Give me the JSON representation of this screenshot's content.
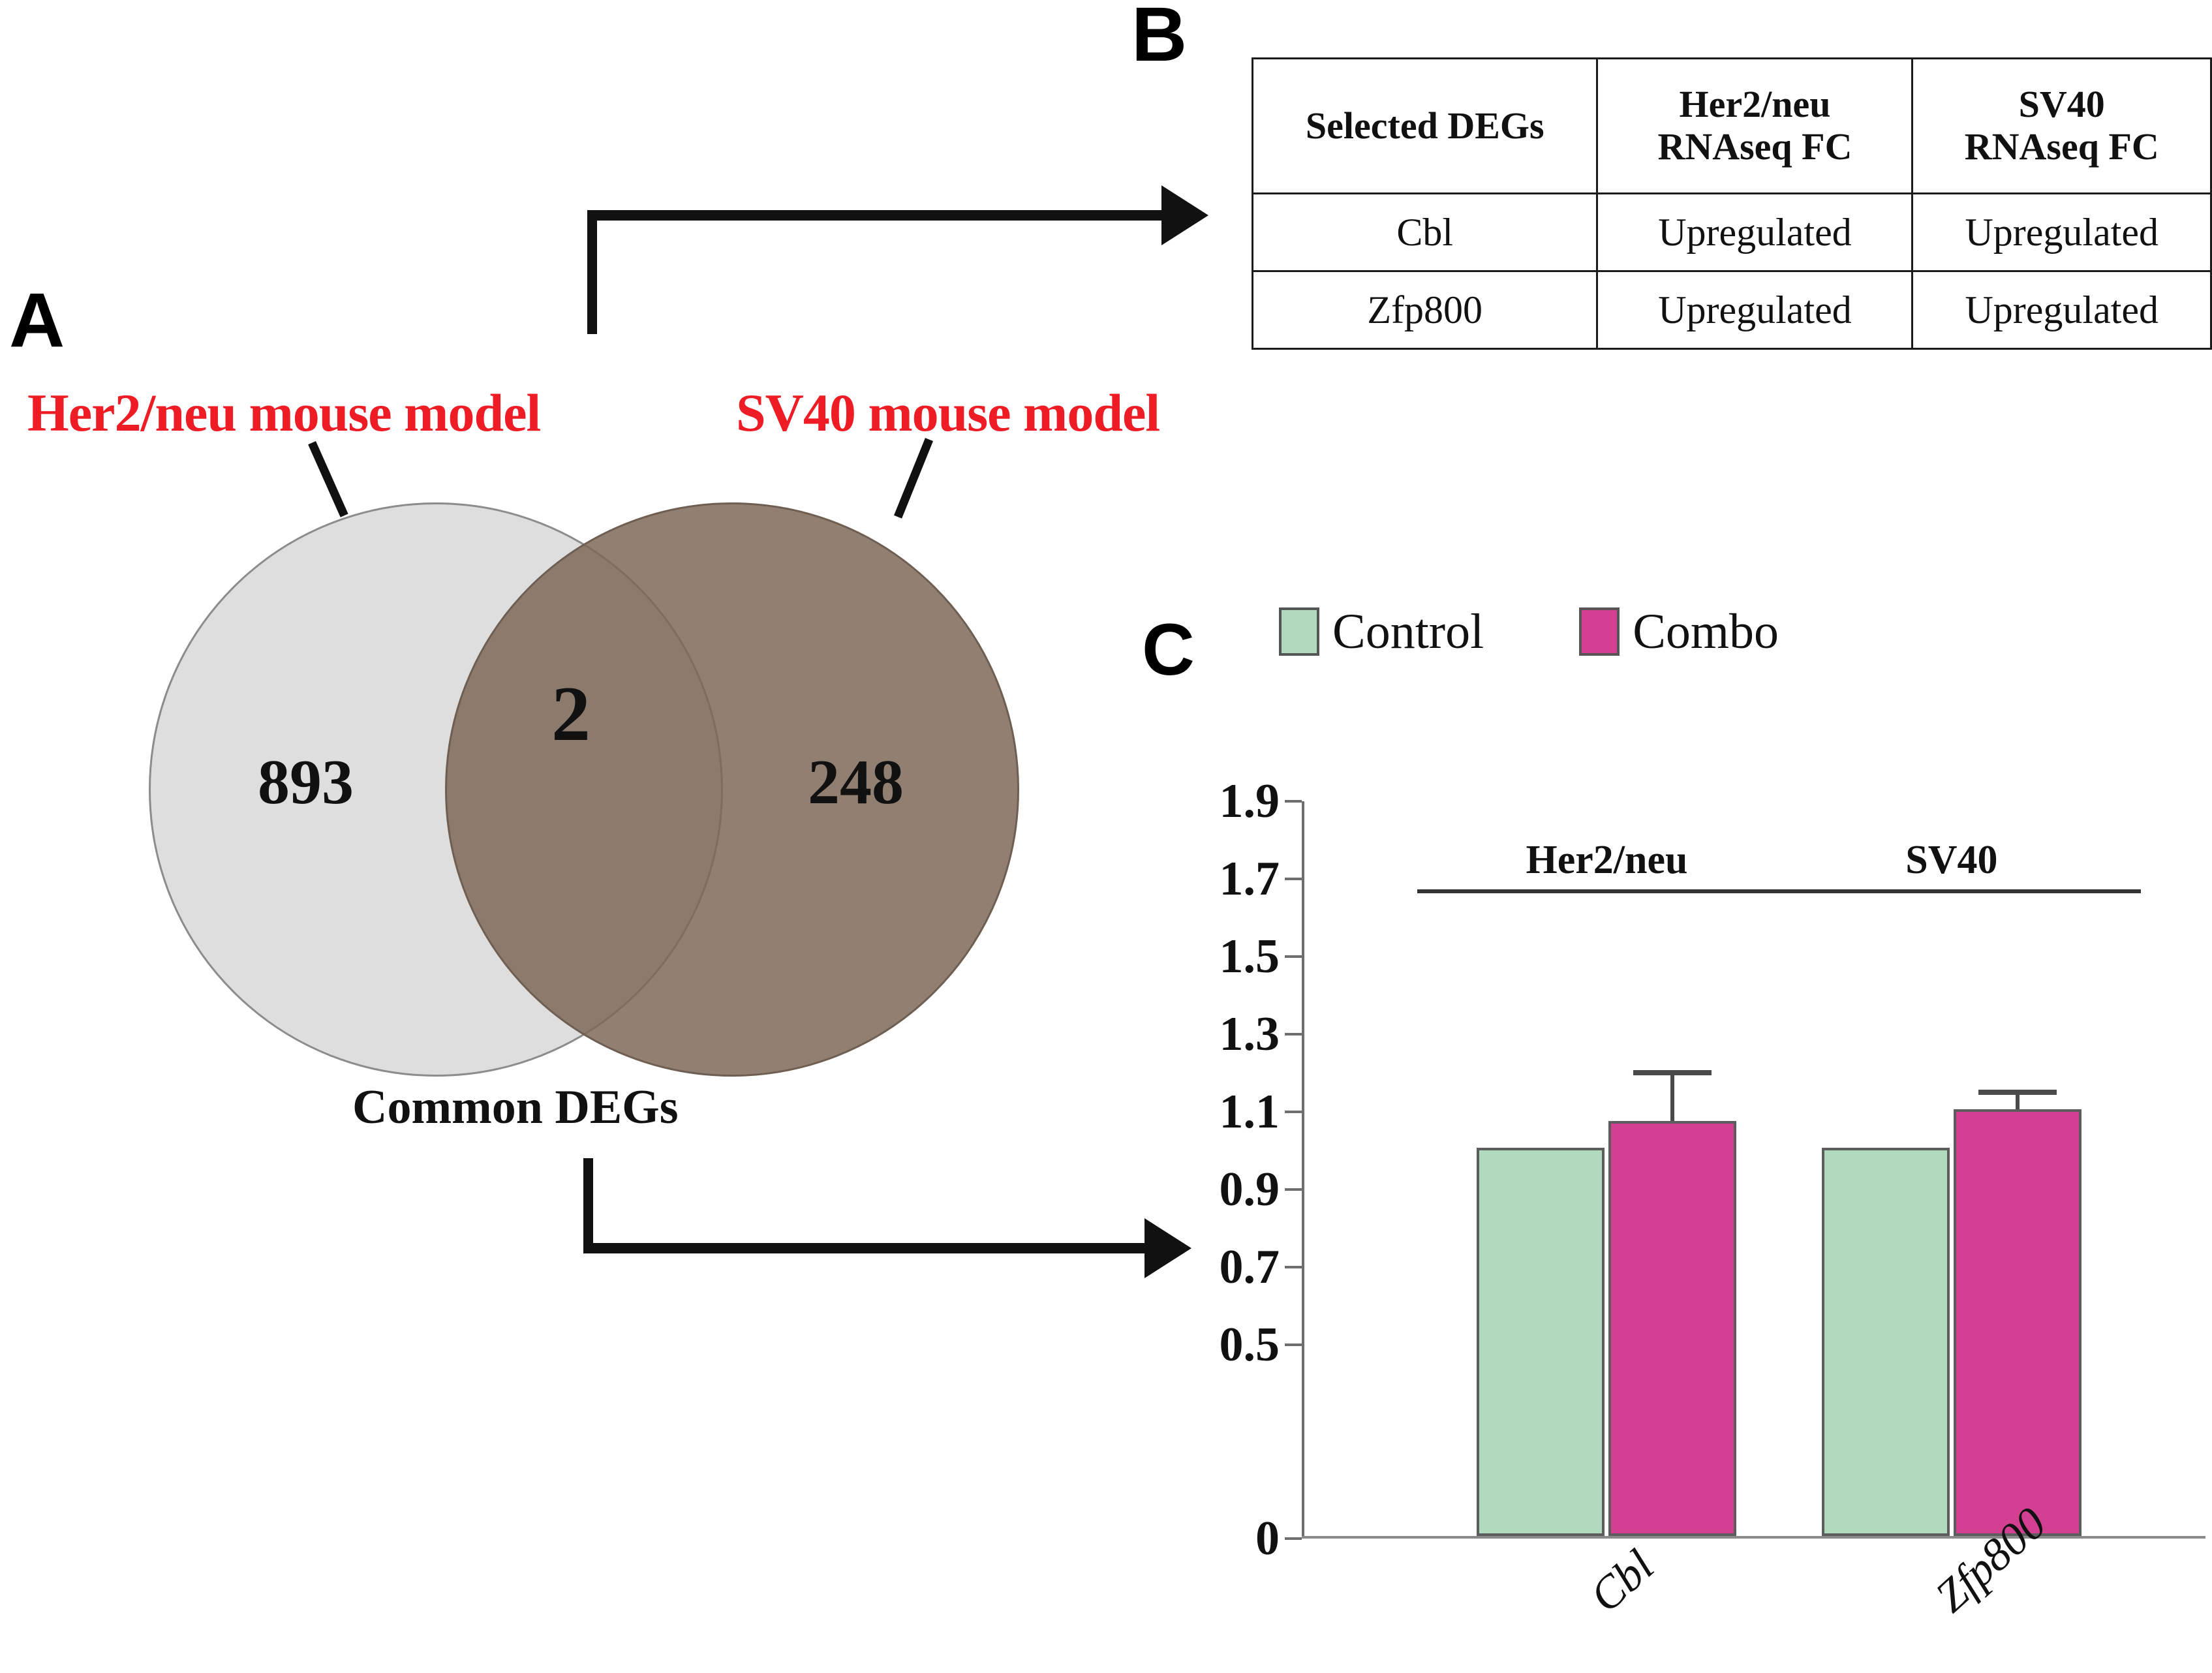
{
  "panels": {
    "a_label": "A",
    "b_label": "B",
    "c_label": "C"
  },
  "venn": {
    "left_label": "Her2/neu mouse model",
    "right_label": "SV40 mouse model",
    "left_only_count": "893",
    "right_only_count": "248",
    "intersection_count": "2",
    "caption": "Common DEGs",
    "label_color": "#ee1c24",
    "left_fill": "#dedede",
    "right_fill": "#8b7a6e",
    "overlap_fill": "#7d6d62"
  },
  "table": {
    "headers": [
      "Selected DEGs",
      "Her2/neu\nRNAseq FC",
      "SV40\nRNAseq FC"
    ],
    "header_lines": [
      [
        "Selected DEGs"
      ],
      [
        "Her2/neu",
        "RNAseq FC"
      ],
      [
        "SV40",
        "RNAseq FC"
      ]
    ],
    "rows": [
      [
        "Cbl",
        "Upregulated",
        "Upregulated"
      ],
      [
        "Zfp800",
        "Upregulated",
        "Upregulated"
      ]
    ]
  },
  "chart_data": {
    "type": "bar",
    "title": "",
    "xlabel": "",
    "ylabel": "",
    "ylim": [
      0,
      1.9
    ],
    "grid": false,
    "legend_position": "top",
    "ytick_labels": [
      "1.9",
      "1.7",
      "1.5",
      "1.3",
      "1.1",
      "0.9",
      "0.7",
      "0.5",
      "0"
    ],
    "ytick_values": [
      1.9,
      1.7,
      1.5,
      1.3,
      1.1,
      0.9,
      0.7,
      0.5,
      0
    ],
    "categories": [
      "Cbl",
      "Zfp800"
    ],
    "group_headers": [
      "Her2/neu",
      "SV40"
    ],
    "series": [
      {
        "name": "Control",
        "color": "#b0d9bd",
        "values": [
          1.0,
          1.0
        ],
        "errors": [
          0,
          0
        ]
      },
      {
        "name": "Combo",
        "color": "#d44091",
        "values": [
          1.07,
          1.1
        ],
        "errors": [
          0.13,
          0.05
        ]
      }
    ]
  }
}
